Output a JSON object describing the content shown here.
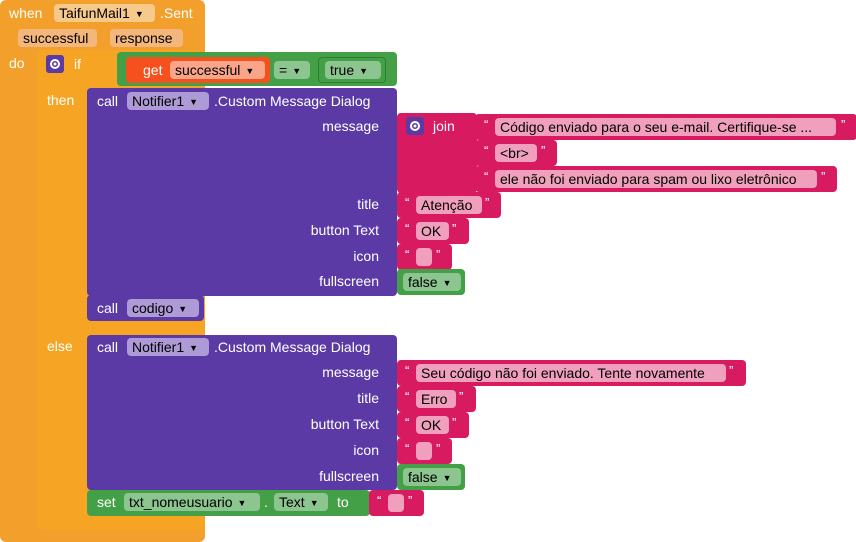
{
  "event": {
    "when": "when",
    "component": "TaifunMail1",
    "event_name": ".Sent",
    "param1": "successful",
    "param2": "response",
    "do": "do"
  },
  "if_block": {
    "if": "if",
    "then": "then",
    "else": "else",
    "get": "get",
    "get_var": "successful",
    "op": "=",
    "value": "true"
  },
  "dialog1": {
    "call": "call",
    "component": "Notifier1",
    "method": ".Custom Message Dialog",
    "labels": {
      "message": "message",
      "title": "title",
      "button_text": "button Text",
      "icon": "icon",
      "fullscreen": "fullscreen"
    },
    "join": "join",
    "join_items": [
      "Código enviado para o seu e-mail. Certifique-se ...",
      "<br>",
      "ele não foi enviado para spam ou lixo eletrônico"
    ],
    "title": "Atenção",
    "button_text": "OK",
    "icon": "",
    "fullscreen": "false"
  },
  "call_codigo": {
    "call": "call",
    "proc": "codigo"
  },
  "dialog2": {
    "call": "call",
    "component": "Notifier1",
    "method": ".Custom Message Dialog",
    "labels": {
      "message": "message",
      "title": "title",
      "button_text": "button Text",
      "icon": "icon",
      "fullscreen": "fullscreen"
    },
    "message": "Seu código não foi enviado. Tente novamente",
    "title": "Erro",
    "button_text": "OK",
    "icon": "",
    "fullscreen": "false"
  },
  "setter": {
    "set": "set",
    "component": "txt_nomeusuario",
    "dot": ".",
    "property": "Text",
    "to": "to",
    "value": ""
  },
  "colors": {
    "event": "#f2a02b",
    "control": "#f2a02b",
    "component": "#5b3aa5",
    "text": "#d81b60",
    "logic": "#43a047",
    "variable": "#f4511e"
  },
  "icons": {
    "dropdown": "▾",
    "mutator": "gear-icon",
    "quote_open": "“",
    "quote_close": "”"
  }
}
